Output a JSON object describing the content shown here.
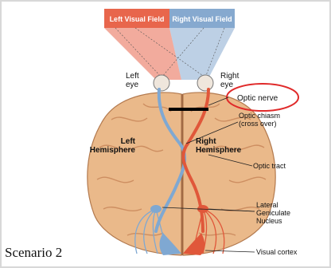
{
  "visual_fields": {
    "left": "Left Visual Field",
    "right": "Right Visual Field"
  },
  "eyes": {
    "left": "Left\neye",
    "right": "Right\neye"
  },
  "labels": {
    "optic_nerve": "Optic nerve",
    "optic_chiasm": "Optic chiasm\n(cross over)",
    "left_hemisphere": "Left\nHemisphere",
    "right_hemisphere": "Right\nHemisphere",
    "optic_tract": "Optic tract",
    "lgn": "Lateral\nGeniculate\nNucleus",
    "visual_cortex": "Visual cortex"
  },
  "caption": "Scenario 2",
  "colors": {
    "left_field": "#e8664c",
    "right_field": "#86a9cf",
    "left_pathway": "#7fa8d2",
    "right_pathway": "#e0573a",
    "brain": "#eab98a",
    "brain_fold": "#c9875a",
    "highlight_circle": "#e02a2a"
  }
}
